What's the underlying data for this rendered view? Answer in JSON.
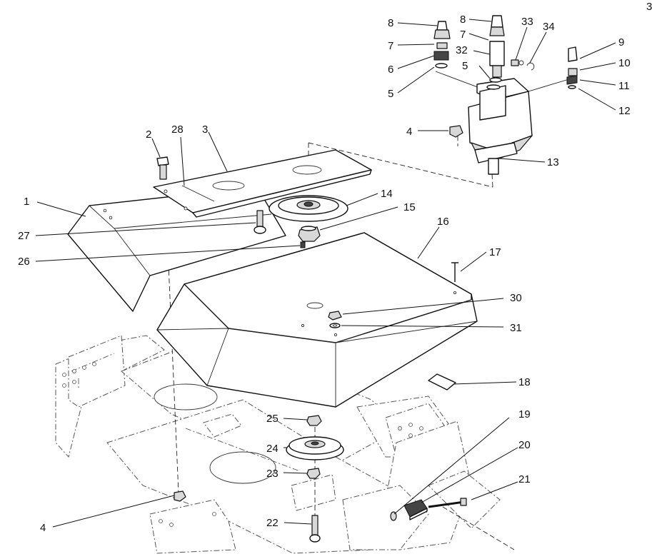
{
  "page_number": "3",
  "callouts": [
    {
      "id": "c1",
      "text": "1"
    },
    {
      "id": "c2",
      "text": "2"
    },
    {
      "id": "c3",
      "text": "3"
    },
    {
      "id": "c4a",
      "text": "4"
    },
    {
      "id": "c4b",
      "text": "4"
    },
    {
      "id": "c5a",
      "text": "5"
    },
    {
      "id": "c5b",
      "text": "5"
    },
    {
      "id": "c6",
      "text": "6"
    },
    {
      "id": "c7a",
      "text": "7"
    },
    {
      "id": "c7b",
      "text": "7"
    },
    {
      "id": "c8a",
      "text": "8"
    },
    {
      "id": "c8b",
      "text": "8"
    },
    {
      "id": "c9",
      "text": "9"
    },
    {
      "id": "c10",
      "text": "10"
    },
    {
      "id": "c11",
      "text": "11"
    },
    {
      "id": "c12",
      "text": "12"
    },
    {
      "id": "c13",
      "text": "13"
    },
    {
      "id": "c14",
      "text": "14"
    },
    {
      "id": "c15",
      "text": "15"
    },
    {
      "id": "c16",
      "text": "16"
    },
    {
      "id": "c17",
      "text": "17"
    },
    {
      "id": "c18",
      "text": "18"
    },
    {
      "id": "c19",
      "text": "19"
    },
    {
      "id": "c20",
      "text": "20"
    },
    {
      "id": "c21",
      "text": "21"
    },
    {
      "id": "c22",
      "text": "22"
    },
    {
      "id": "c23",
      "text": "23"
    },
    {
      "id": "c24",
      "text": "24"
    },
    {
      "id": "c25",
      "text": "25"
    },
    {
      "id": "c26",
      "text": "26"
    },
    {
      "id": "c27",
      "text": "27"
    },
    {
      "id": "c28",
      "text": "28"
    },
    {
      "id": "c30",
      "text": "30"
    },
    {
      "id": "c31",
      "text": "31"
    },
    {
      "id": "c32",
      "text": "32"
    },
    {
      "id": "c33",
      "text": "33"
    },
    {
      "id": "c34",
      "text": "34"
    }
  ],
  "colors": {
    "ink": "#111111",
    "frame": "#555555",
    "fill": "#ffffff",
    "shade": "#d8d8d8"
  }
}
